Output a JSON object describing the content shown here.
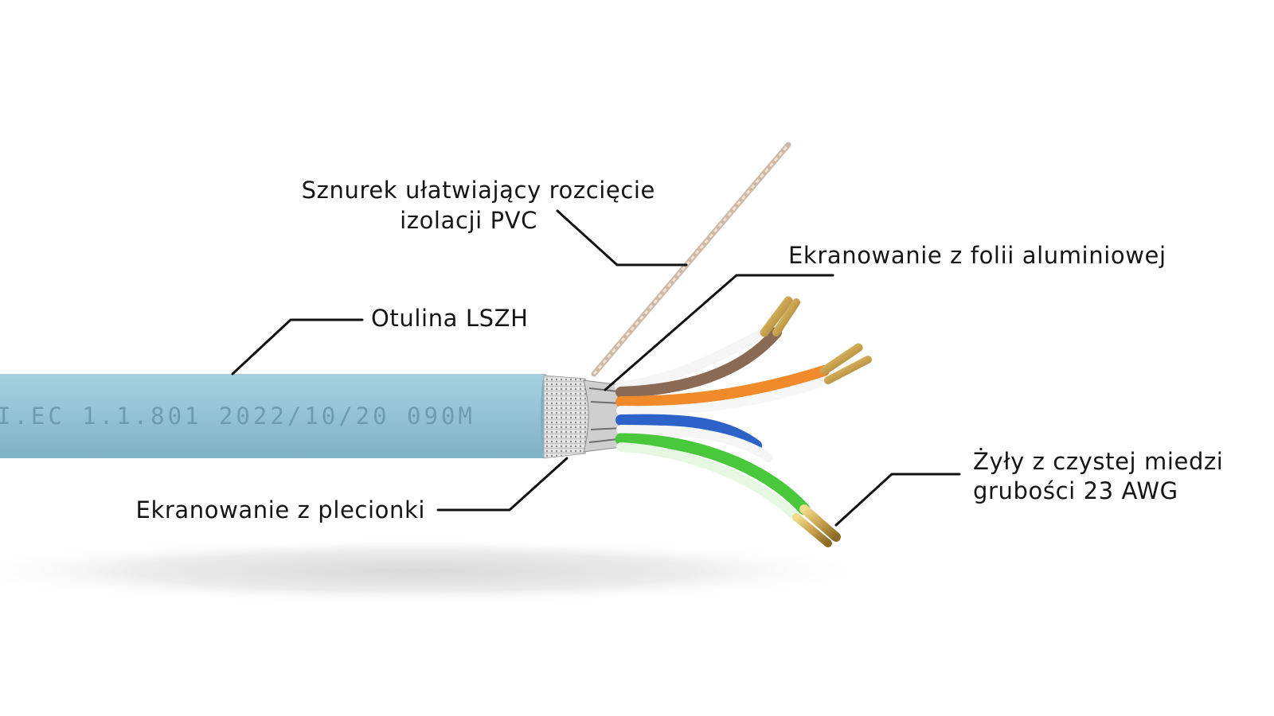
{
  "labels": {
    "rip_cord_line1": "Sznurek ułatwiający rozcięcie",
    "rip_cord_line2": "izolacji PVC",
    "foil_shield": "Ekranowanie z folii aluminiowej",
    "jacket": "Otulina LSZH",
    "braid_shield": "Ekranowanie z plecionki",
    "conductors_line1": "Żyły z czystej miedzi",
    "conductors_line2": "grubości 23 AWG"
  },
  "cable_marking": "I.EC 1.1.801 2022/10/20 090M",
  "colors": {
    "jacket": "#94c3d3",
    "jacket_dark": "#79adbf",
    "text": "#151515",
    "copper": "#c8a24e",
    "wire_orange": "#f08a2a",
    "wire_brown": "#8a6a55",
    "wire_green": "#48c83a",
    "wire_blue": "#2d62c9"
  }
}
